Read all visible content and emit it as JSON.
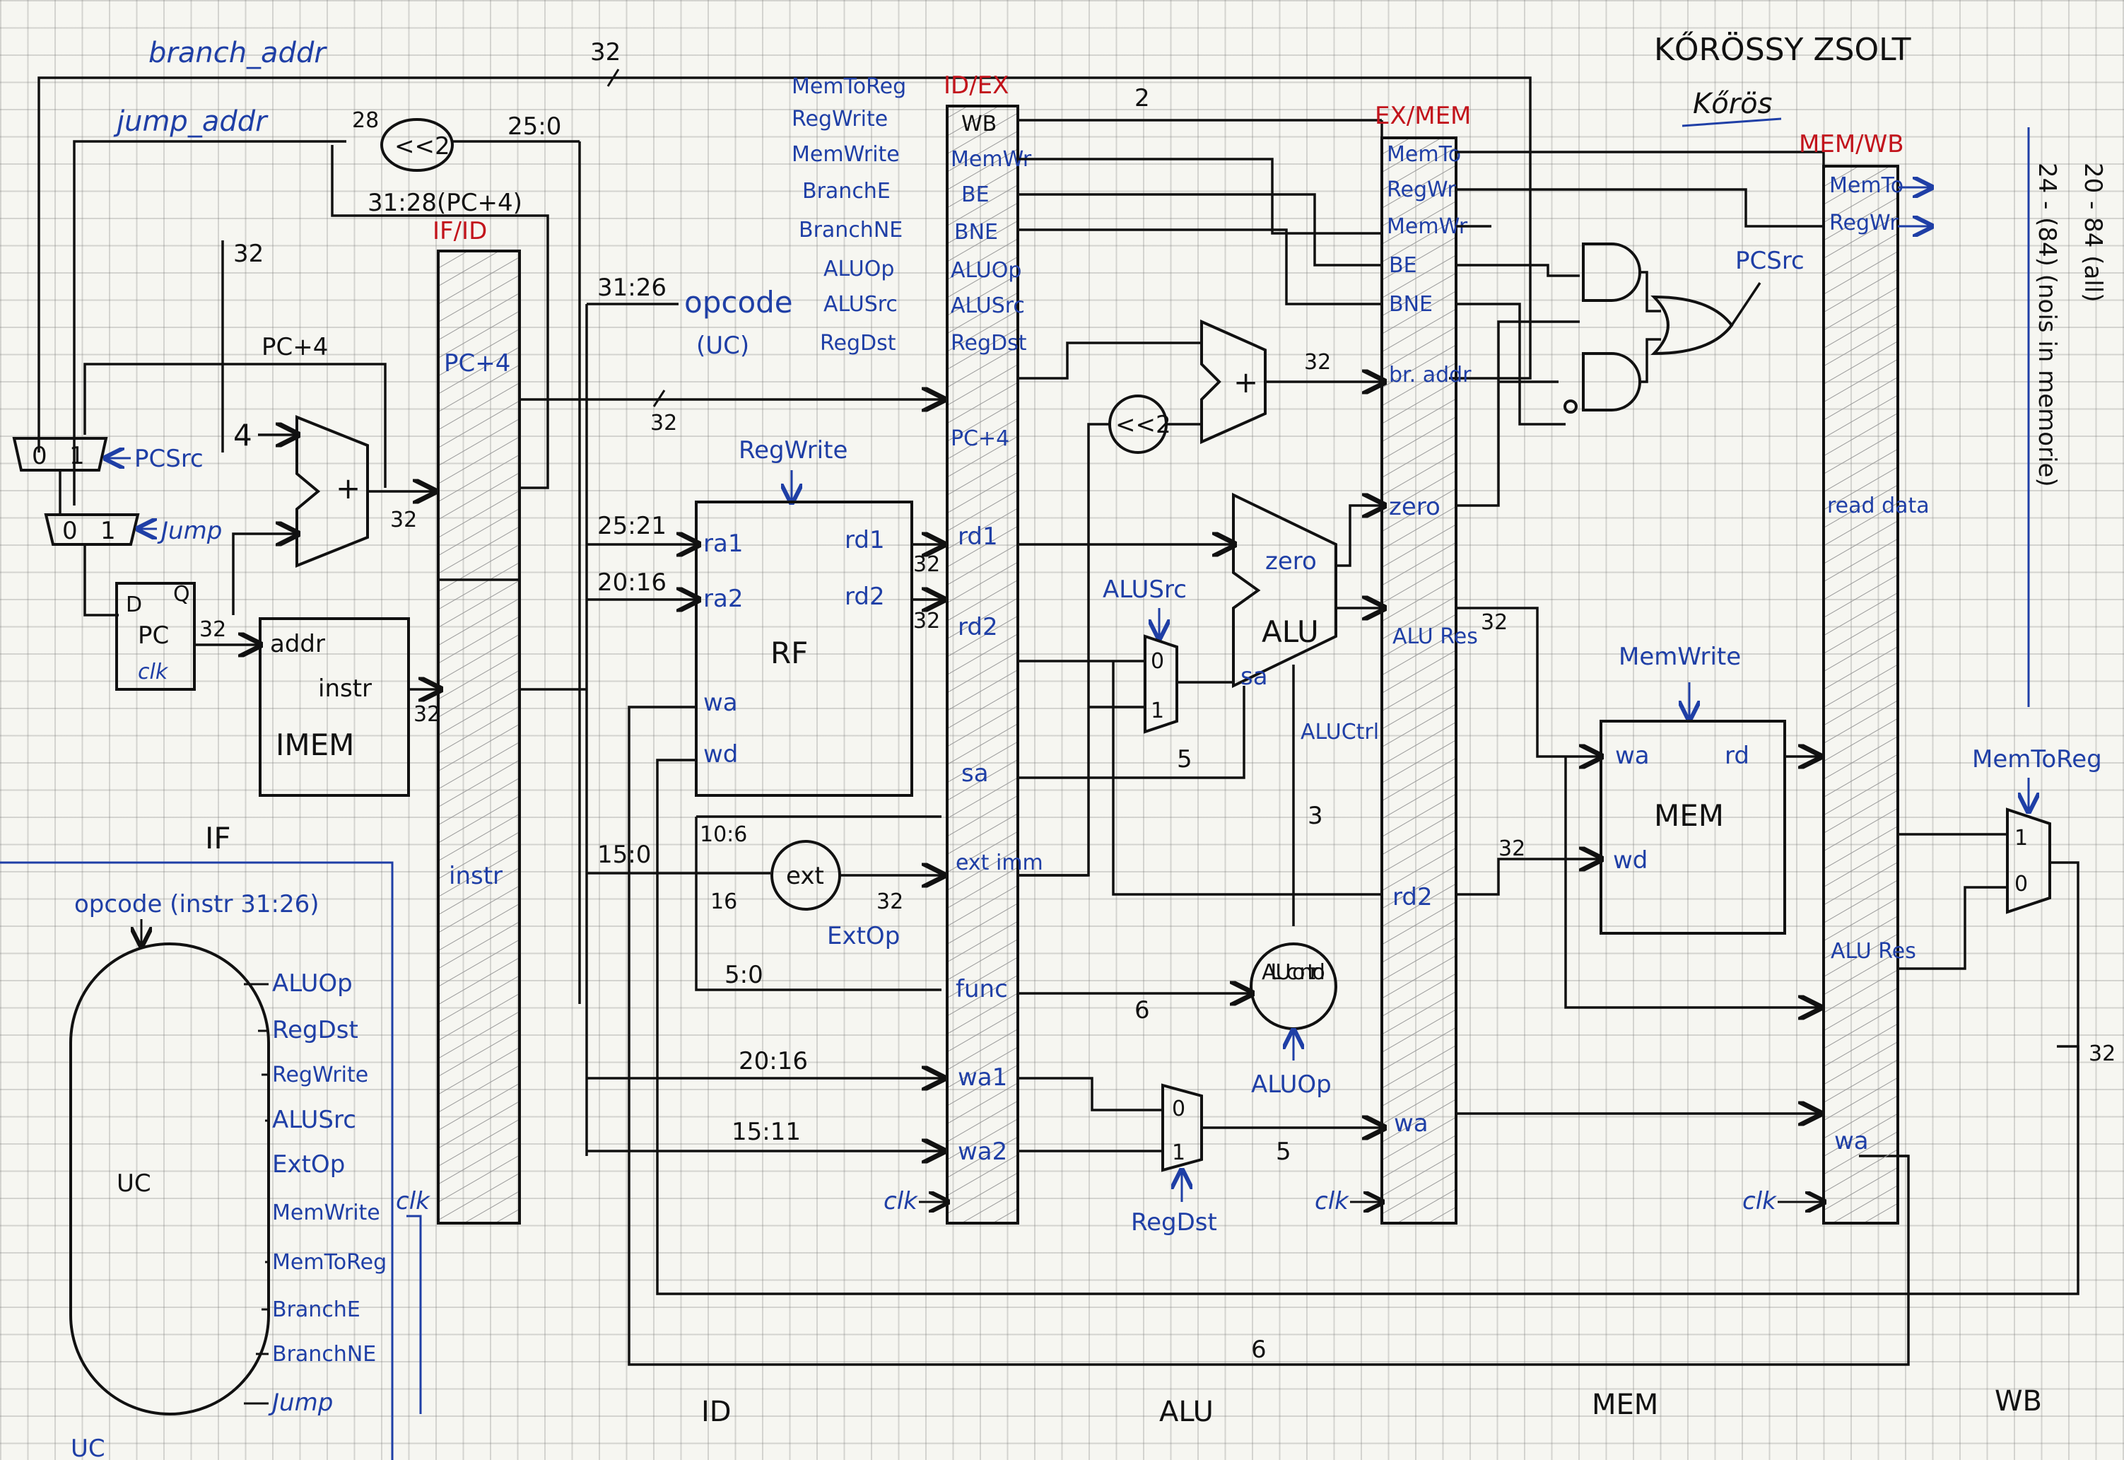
{
  "author": {
    "name": "KŐRÖSSY ZSOLT",
    "signature": "Kőrös"
  },
  "stages": [
    "IF",
    "ID",
    "ALU",
    "MEM",
    "WB"
  ],
  "pipeline_registers": [
    "IF/ID",
    "ID/EX",
    "EX/MEM",
    "MEM/WB"
  ],
  "top_wires": {
    "branch_addr": "branch_addr",
    "jump_addr": "jump_addr",
    "w32": "32",
    "w28": "28",
    "shift": "<<2",
    "bits25_0": "25:0",
    "pc_high": "31:28(PC+4)",
    "w32b": "32",
    "pc4": "PC+4",
    "w2": "2"
  },
  "if_stage": {
    "mux_pcsrc": {
      "in0": "0",
      "in1": "1",
      "sel": "PCSrc"
    },
    "mux_jump": {
      "in0": "0",
      "in1": "1",
      "sel": "Jump"
    },
    "adder_const": "4",
    "adder_out": "32",
    "pc": {
      "d": "D",
      "q": "Q",
      "name": "PC",
      "clk": "clk",
      "out": "32"
    },
    "imem": {
      "addr": "addr",
      "instr": "instr",
      "name": "IMEM",
      "out": "32"
    }
  },
  "ifid": {
    "title": "IF/ID",
    "pc4": "PC+4",
    "instr": "instr"
  },
  "id_stage": {
    "opcode": "opcode",
    "opcode_bits": "31:26",
    "uc": "(UC)",
    "regwrite": "RegWrite",
    "bits_25_21": "25:21",
    "bits_20_16": "20:16",
    "bits_15_0": "15:0",
    "bits_10_6": "10:6",
    "bits_5_0": "5:0",
    "bits_20_16b": "20:16",
    "bits_15_11": "15:11",
    "rf": {
      "ra1": "ra1",
      "ra2": "ra2",
      "wa": "wa",
      "wd": "wd",
      "rd1": "rd1",
      "rd2": "rd2",
      "name": "RF",
      "w1": "32",
      "w2": "32"
    },
    "ext": {
      "name": "ext",
      "in": "16",
      "out": "32",
      "ctrl": "ExtOp"
    },
    "w32": "32"
  },
  "control_signals": [
    "MemToReg",
    "RegWrite",
    "MemWrite",
    "BranchE",
    "BranchNE",
    "ALUOp",
    "ALUSrc",
    "RegDst"
  ],
  "idex": {
    "title": "ID/EX",
    "fields": [
      "WB",
      "MemWr",
      "BE",
      "BNE",
      "ALUOp",
      "ALUSrc",
      "RegDst",
      "PC+4",
      "rd1",
      "rd2",
      "sa",
      "ext imm",
      "func",
      "wa1",
      "wa2"
    ],
    "clk": "clk"
  },
  "alu_stage": {
    "shift": "<<2",
    "adder": "+",
    "adder_out": "32",
    "alusrc": "ALUSrc",
    "mux": {
      "in0": "0",
      "in1": "1"
    },
    "alu": {
      "zero": "zero",
      "name": "ALU",
      "sa": "sa",
      "ctrl": "ALUCtrl"
    },
    "sa_width": "5",
    "ctrl_width": "3",
    "func_width": "6",
    "alu_control": "ALU control",
    "aluop": "ALUOp",
    "regdst_mux": {
      "in0": "0",
      "in1": "1",
      "sel": "RegDst",
      "out": "5"
    }
  },
  "exmem": {
    "title": "EX/MEM",
    "fields": [
      "MemTo",
      "RegWr",
      "MemWr",
      "BE",
      "BNE",
      "br. addr",
      "zero",
      "ALU Res",
      "rd2",
      "wa"
    ],
    "clk": "clk",
    "w32a": "32",
    "w32b": "32"
  },
  "mem_stage": {
    "memwrite": "MemWrite",
    "mem": {
      "wa": "wa",
      "rd": "rd",
      "wd": "wd",
      "name": "MEM"
    },
    "pcsrc": "PCSrc"
  },
  "memwb": {
    "title": "MEM/WB",
    "fields": [
      "MemTo",
      "RegWr",
      "read data",
      "ALU Res",
      "wa"
    ],
    "clk": "clk"
  },
  "wb_stage": {
    "memtoreg": "MemToReg",
    "mux": {
      "in1": "1",
      "in0": "0"
    },
    "w32": "32",
    "w6": "6"
  },
  "uc_block": {
    "title": "IF",
    "opcode": "opcode (instr 31:26)",
    "name": "UC",
    "outputs": [
      "ALUOp",
      "RegDst",
      "RegWrite",
      "ALUSrc",
      "ExtOp",
      "MemWrite",
      "MemToReg",
      "BranchE",
      "BranchNE",
      "Jump"
    ],
    "clk": "clk",
    "footer": "UC"
  },
  "side_note": {
    "line1": "20 - 84 (all)",
    "line2": "24 - (84) (nois in memorie)"
  }
}
